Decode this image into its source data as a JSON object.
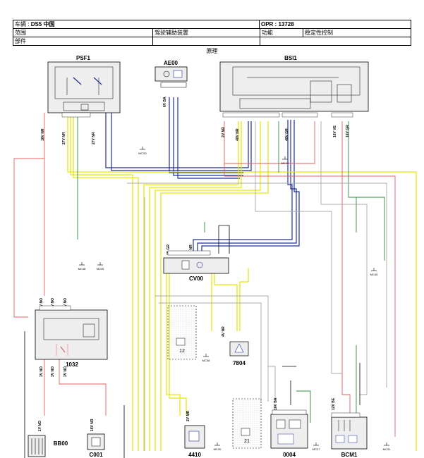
{
  "header": {
    "vehicle_label": "车辆 :",
    "vehicle_value": "DS5 中国",
    "opr": "OPR : 13728",
    "scope_label": "范围",
    "scope_value": "驾驶辅助装置",
    "function_label": "功能",
    "function_value": "稳定性控制",
    "parts_label": "部件"
  },
  "subtitle": "原理",
  "components": {
    "psf1": "PSF1",
    "ae00": "AE00",
    "bsi1": "BSI1",
    "cv00": "CV00",
    "c1032": "1032",
    "c7804": "7804",
    "bb00": "BB00",
    "c001": "C001",
    "c4410": "4410",
    "c0004": "0004",
    "bcm1": "BCM1",
    "c12": "12",
    "c21": "21"
  },
  "wire_labels": {
    "psf1_a": "16V NR",
    "psf1_b": "27V NR",
    "psf1_c": "27V NR",
    "bsi_a": "2V NR",
    "bsi_b": "40V NR",
    "bsi_c": "40V GR",
    "bsi_d": "16V VE",
    "bsi_e": "16V GR",
    "cv_a": "4V GR",
    "cv_b": "8V NR",
    "n1032_a": "1V NO",
    "n1032_b": "1V NO",
    "n1032_c": "1V NO",
    "n1032_d": "1V NO",
    "n1032_e": "1V NO",
    "n1032_f": "1V NO",
    "v7804": "4V NR",
    "v0004": "16V BA",
    "vbcm": "12V BE",
    "vbb": "1V NO",
    "vc001": "16V NR",
    "v4410": "2V MR",
    "ae_v": "6V BA"
  },
  "grounds": {
    "g1": "MC3O",
    "g2": "MC40",
    "g3": "MC48",
    "g4": "MC35",
    "g5": "MC45",
    "g6": "MC08",
    "g7": "MC27",
    "g8": "MC31",
    "g9": "MC30"
  },
  "colors": {
    "blue": "#1f2e9e",
    "yellow": "#e6e600",
    "red": "#e06060",
    "green": "#2a8a3a",
    "gray": "#a8a8a8",
    "black": "#000000",
    "box_fill": "#eeeeee",
    "dark_red_text": "#c00000",
    "green_text": "#2a7a2a"
  }
}
